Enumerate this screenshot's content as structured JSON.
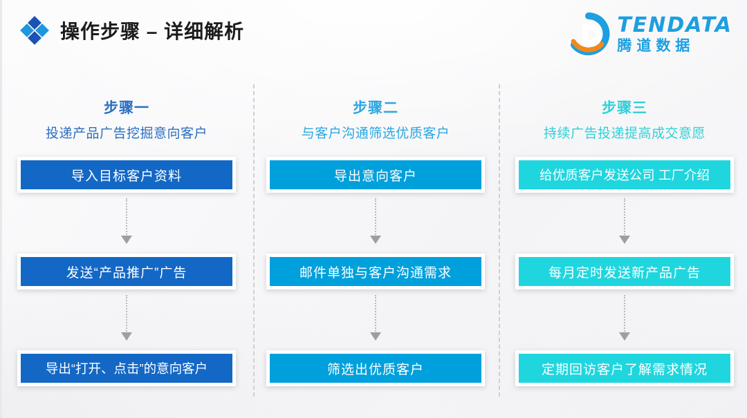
{
  "header": {
    "title": "操作步骤 – 详细解析",
    "icon": "four-diamond-icon",
    "logo": {
      "mark": "tendata-d-circle-logo",
      "en": "TENDATA",
      "cn": "腾道数据",
      "color": "#1d9fe0",
      "accent": "#f08a1c"
    }
  },
  "colors": {
    "step1": "#1368c5",
    "step2": "#00a0dc",
    "step3": "#20d6de",
    "title_step1": "#2a6fc0",
    "title_step2": "#2ca6e0",
    "title_step3": "#2fd0d8",
    "background": "#f7f7f9",
    "divider": "#cfcfd4",
    "arrow": "#9d9da4"
  },
  "columns": [
    {
      "step_title": "步骤一",
      "step_subtitle": "投递产品广告挖掘意向客户",
      "title_color": "#2a6fc0",
      "box_color": "#1368c5",
      "boxes": [
        "导入目标客户资料",
        "发送“产品推广”广告",
        "导出“打开、点击”的意向客户"
      ]
    },
    {
      "step_title": "步骤二",
      "step_subtitle": "与客户沟通筛选优质客户",
      "title_color": "#2ca6e0",
      "box_color": "#00a0dc",
      "boxes": [
        "导出意向客户",
        "邮件单独与客户沟通需求",
        "筛选出优质客户"
      ]
    },
    {
      "step_title": "步骤三",
      "step_subtitle": "持续广告投递提高成交意愿",
      "title_color": "#2fd0d8",
      "box_color": "#20d6de",
      "boxes": [
        "给优质客户发送公司 工厂介绍",
        "每月定时发送新产品广告",
        "定期回访客户了解需求情况"
      ]
    }
  ]
}
